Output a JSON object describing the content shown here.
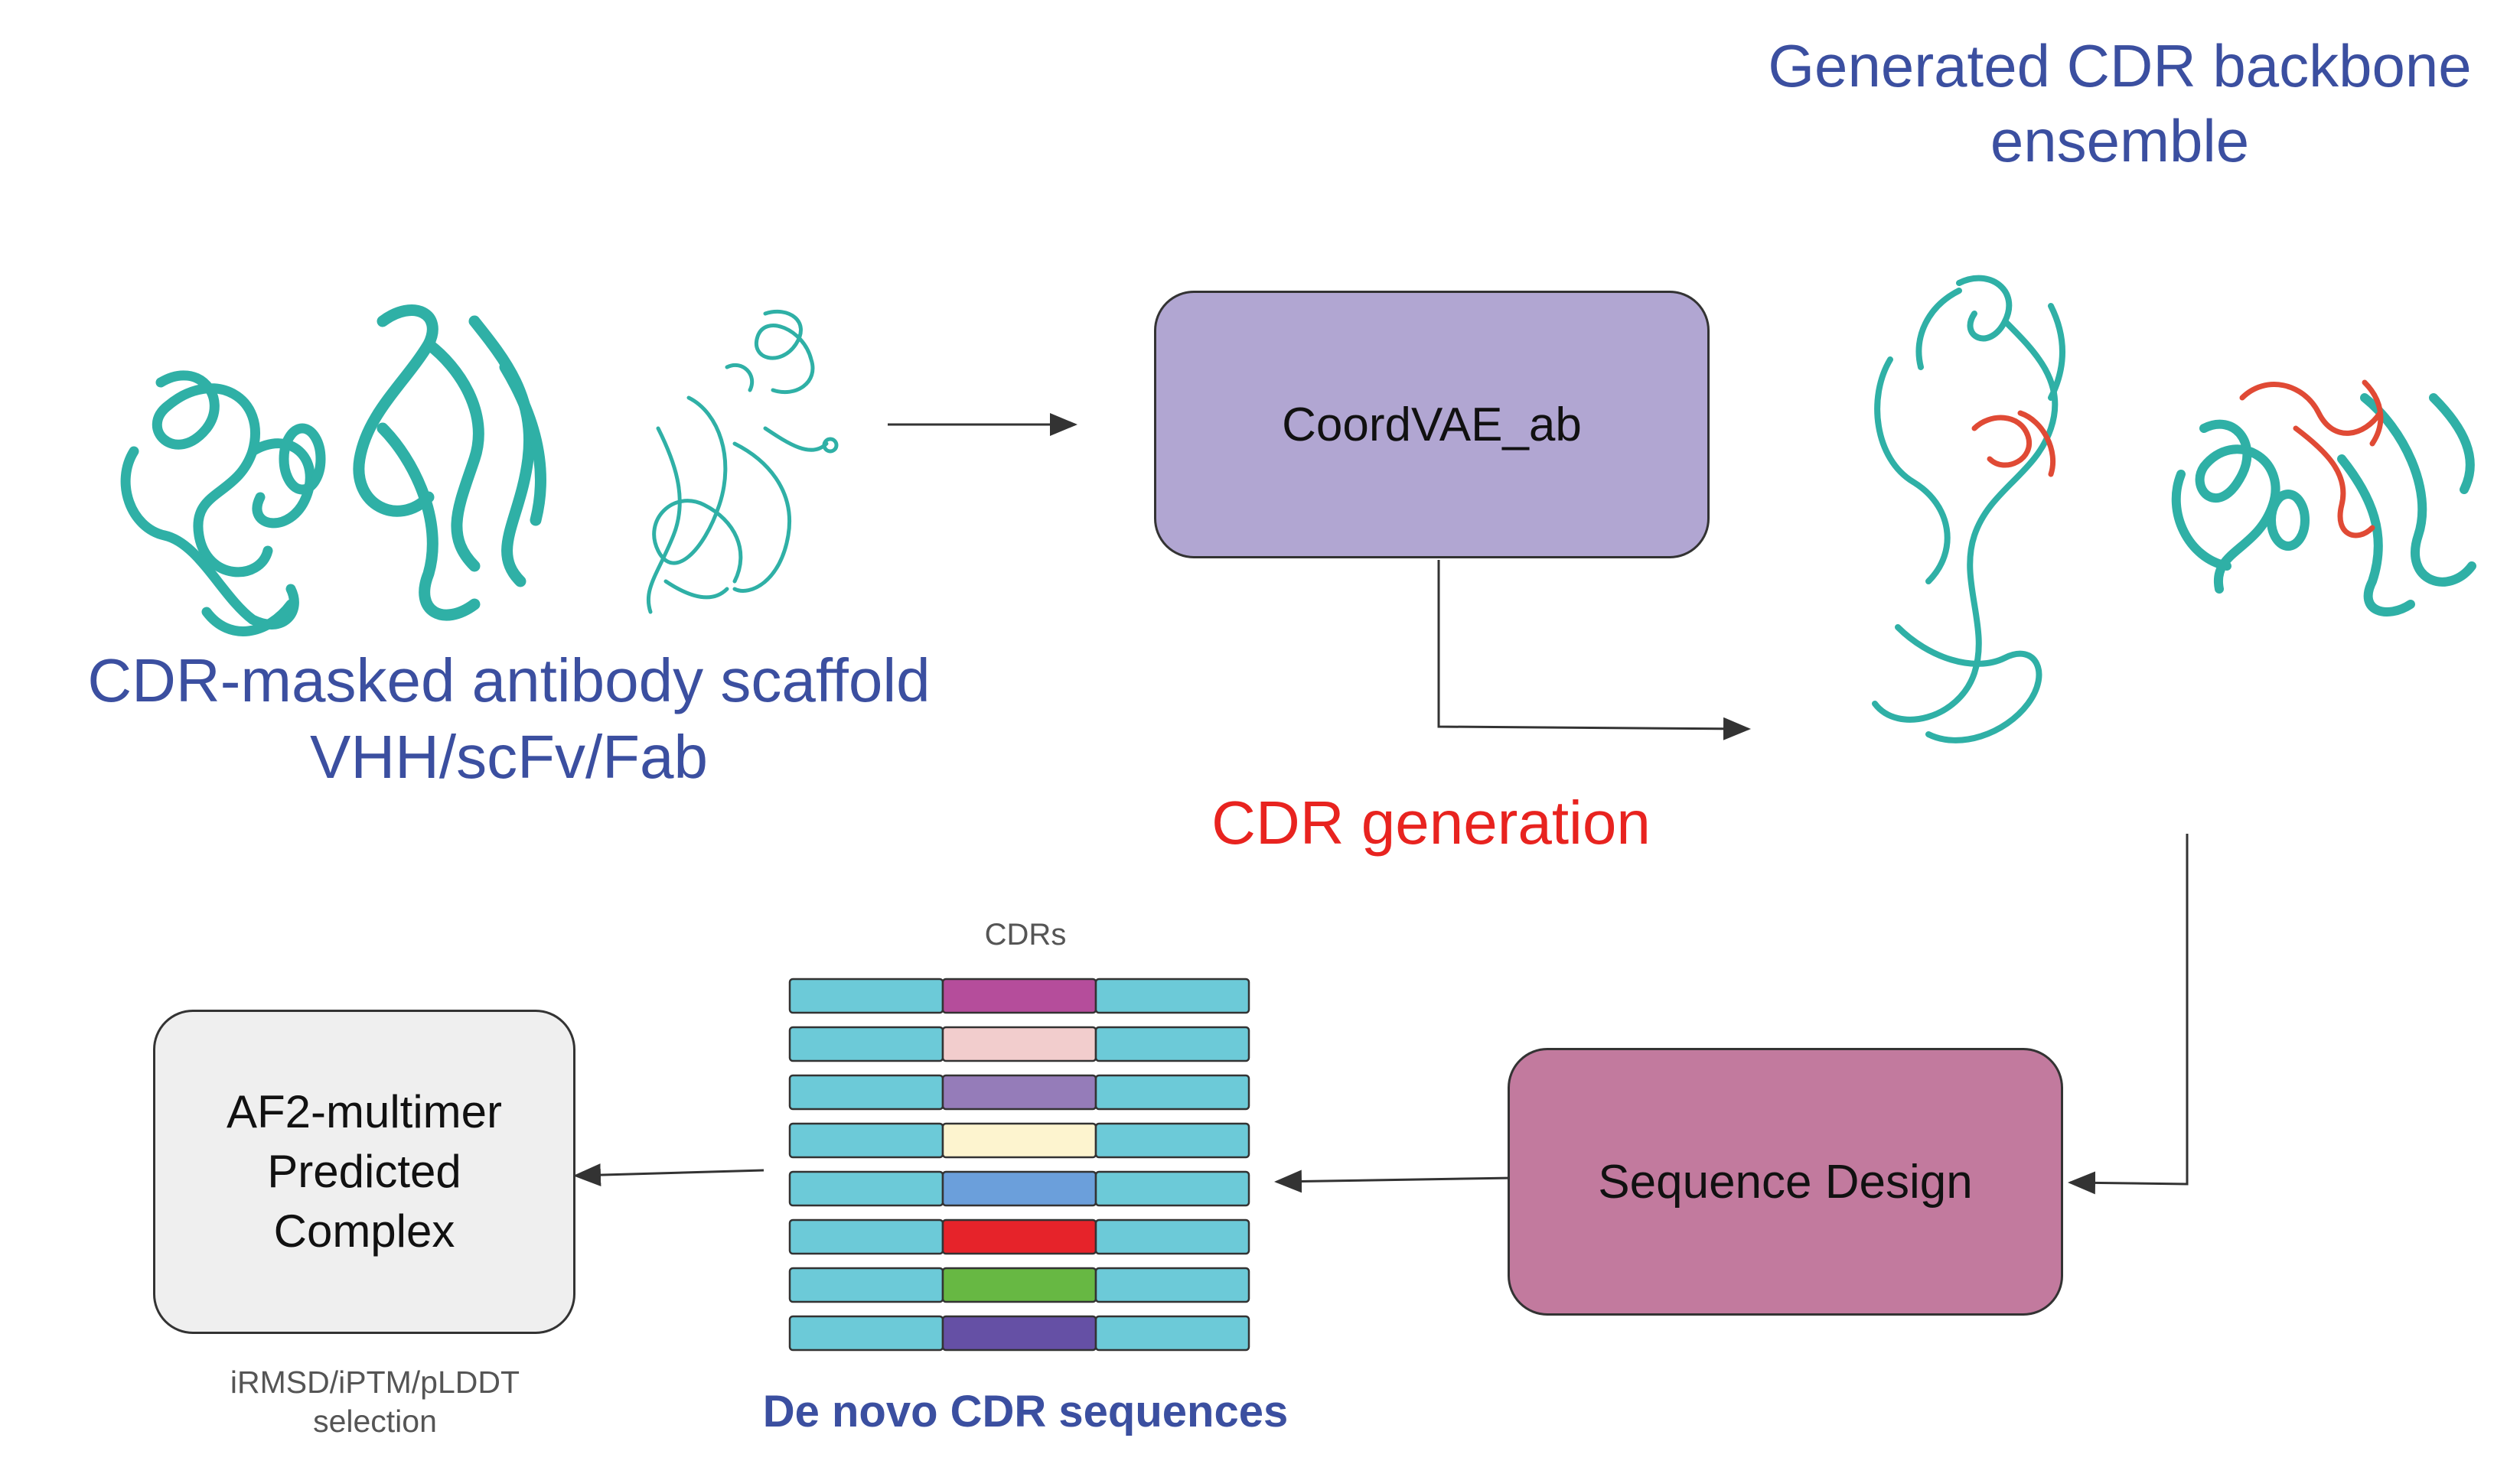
{
  "titles": {
    "ensemble_line1": "Generated CDR backbone",
    "ensemble_line2": "ensemble",
    "scaffold_line1": "CDR-masked antibody scaffold",
    "scaffold_line2": "VHH/scFv/Fab",
    "cdr_generation": "CDR generation",
    "de_novo": "De novo CDR sequences"
  },
  "boxes": {
    "coordvae": "CoordVAE_ab",
    "sequence_design": "Sequence Design",
    "af2_line1": "AF2-multimer",
    "af2_line2": "Predicted",
    "af2_line3": "Complex"
  },
  "labels": {
    "cdrs": "CDRs",
    "selection_line1": "iRMSD/iPTM/pLDDT",
    "selection_line2": "selection"
  },
  "colors": {
    "title_blue": "#3b4fa0",
    "cdr_generation_red": "#e8231f",
    "coordvae_fill": "#b1a6d2",
    "sequence_design_fill": "#c27a9e",
    "af2_fill": "#efefef",
    "framework_segment": "#6ccad8",
    "protein_teal": "#2fb0a6",
    "cdr_loop_red": "#e04a35"
  },
  "sequence_rows": [
    {
      "cdr_color": "#b54d9b"
    },
    {
      "cdr_color": "#f2cdcd"
    },
    {
      "cdr_color": "#957cb9"
    },
    {
      "cdr_color": "#fdf4cf"
    },
    {
      "cdr_color": "#6b9fdb"
    },
    {
      "cdr_color": "#e6232a"
    },
    {
      "cdr_color": "#67b843"
    },
    {
      "cdr_color": "#6550a5"
    }
  ],
  "icons": {
    "scaffold_structures": "protein-ribbon-icon",
    "ensemble_structures": "protein-ribbon-with-cdr-icon"
  }
}
